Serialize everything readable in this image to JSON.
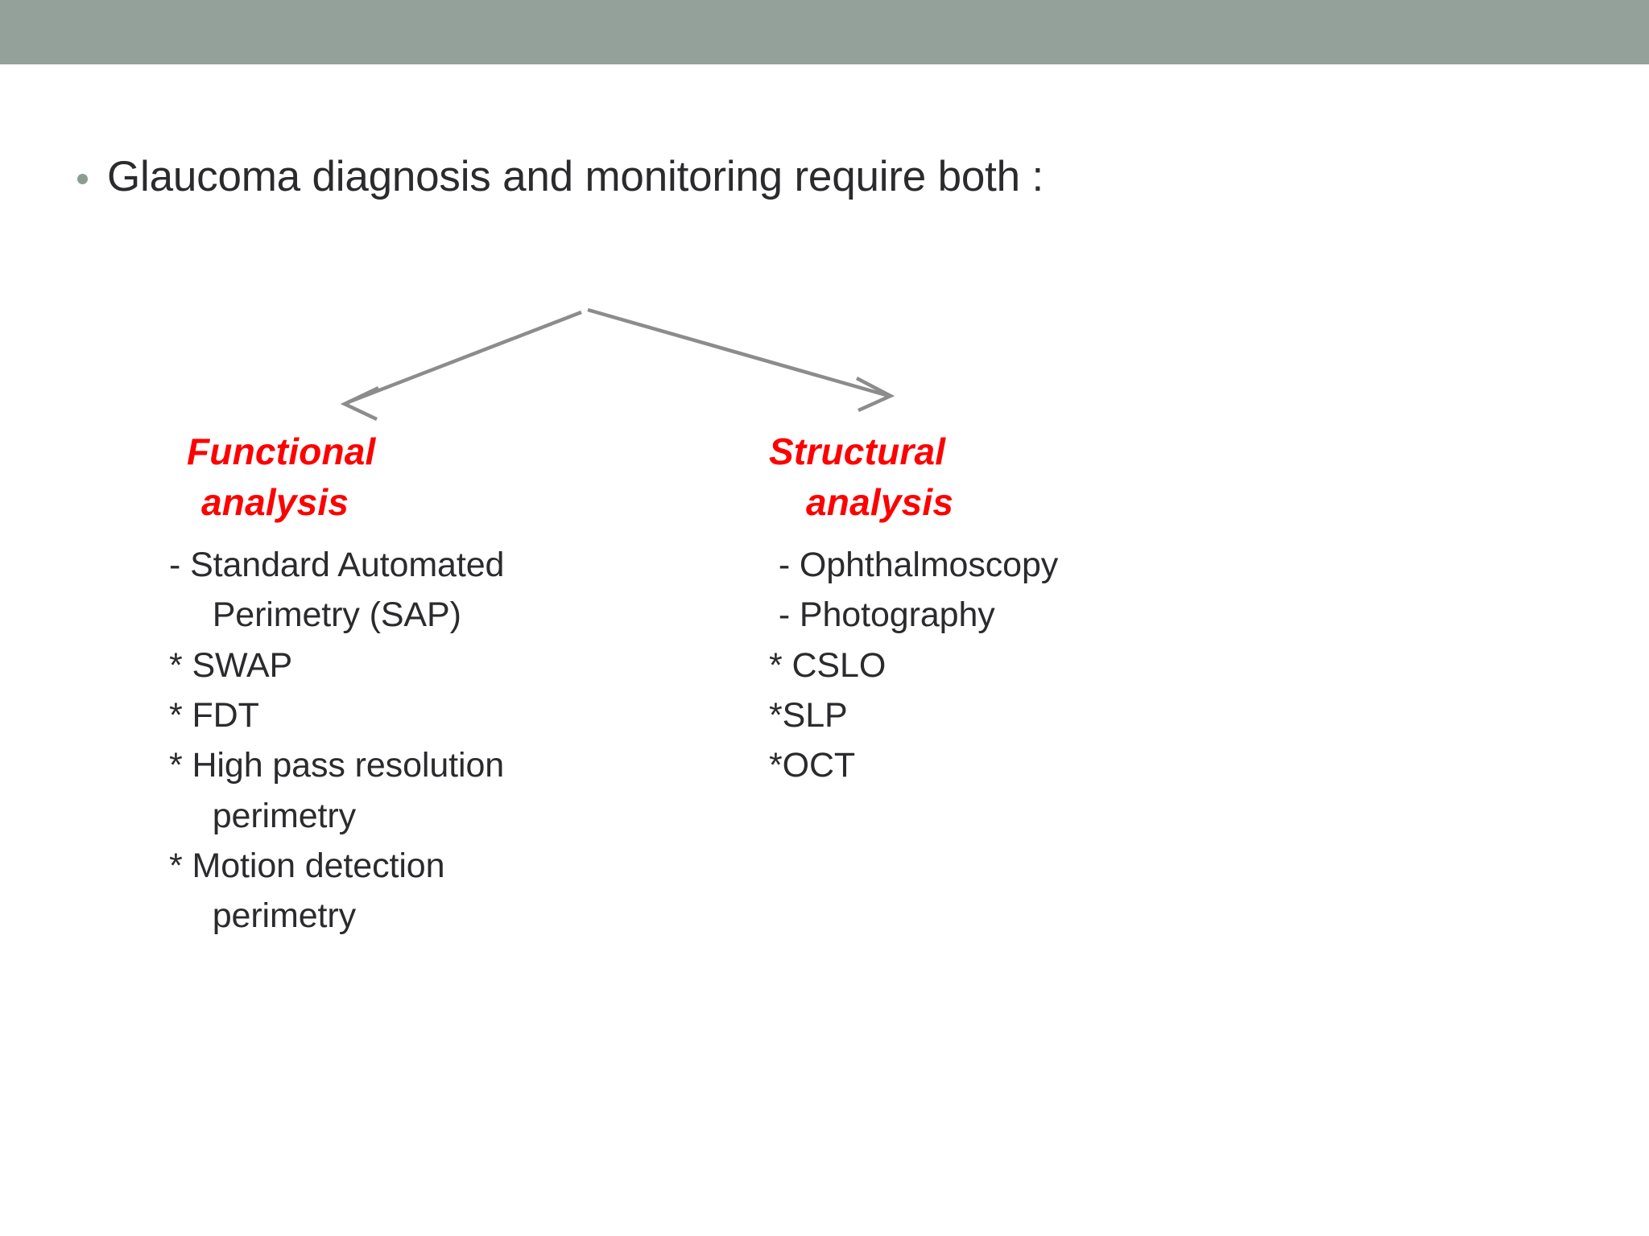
{
  "slide": {
    "banner_color": "#93a19a",
    "background_color": "#ffffff",
    "body_text_color": "#2b2b2e",
    "accent_color": "#ff0000",
    "arrow_color": "#8c8c8c"
  },
  "bullet": {
    "marker": "•",
    "text": "Glaucoma diagnosis and monitoring require both :"
  },
  "diagram": {
    "arrow_name": "double-headed-branching-arrow",
    "apex_label": "",
    "left_target": "Functional analysis",
    "right_target": "Structural analysis"
  },
  "columns": [
    {
      "id": "functional",
      "heading_line_1": "Functional",
      "heading_line_2": "analysis",
      "items": [
        {
          "text": "- Standard Automated",
          "indented": false
        },
        {
          "text": "  Perimetry (SAP)",
          "indented": true
        },
        {
          "text": "* SWAP",
          "indented": false
        },
        {
          "text": "* FDT",
          "indented": false
        },
        {
          "text": "* High pass resolution",
          "indented": false
        },
        {
          "text": "  perimetry",
          "indented": true
        },
        {
          "text": "* Motion detection",
          "indented": false
        },
        {
          "text": "  perimetry",
          "indented": true
        }
      ]
    },
    {
      "id": "structural",
      "heading_line_1": "Structural",
      "heading_line_2": "analysis",
      "items": [
        {
          "text": " - Ophthalmoscopy",
          "indented": false
        },
        {
          "text": " - Photography",
          "indented": false
        },
        {
          "text": "* CSLO",
          "indented": false
        },
        {
          "text": "*SLP",
          "indented": false
        },
        {
          "text": "*OCT",
          "indented": false
        }
      ]
    }
  ]
}
